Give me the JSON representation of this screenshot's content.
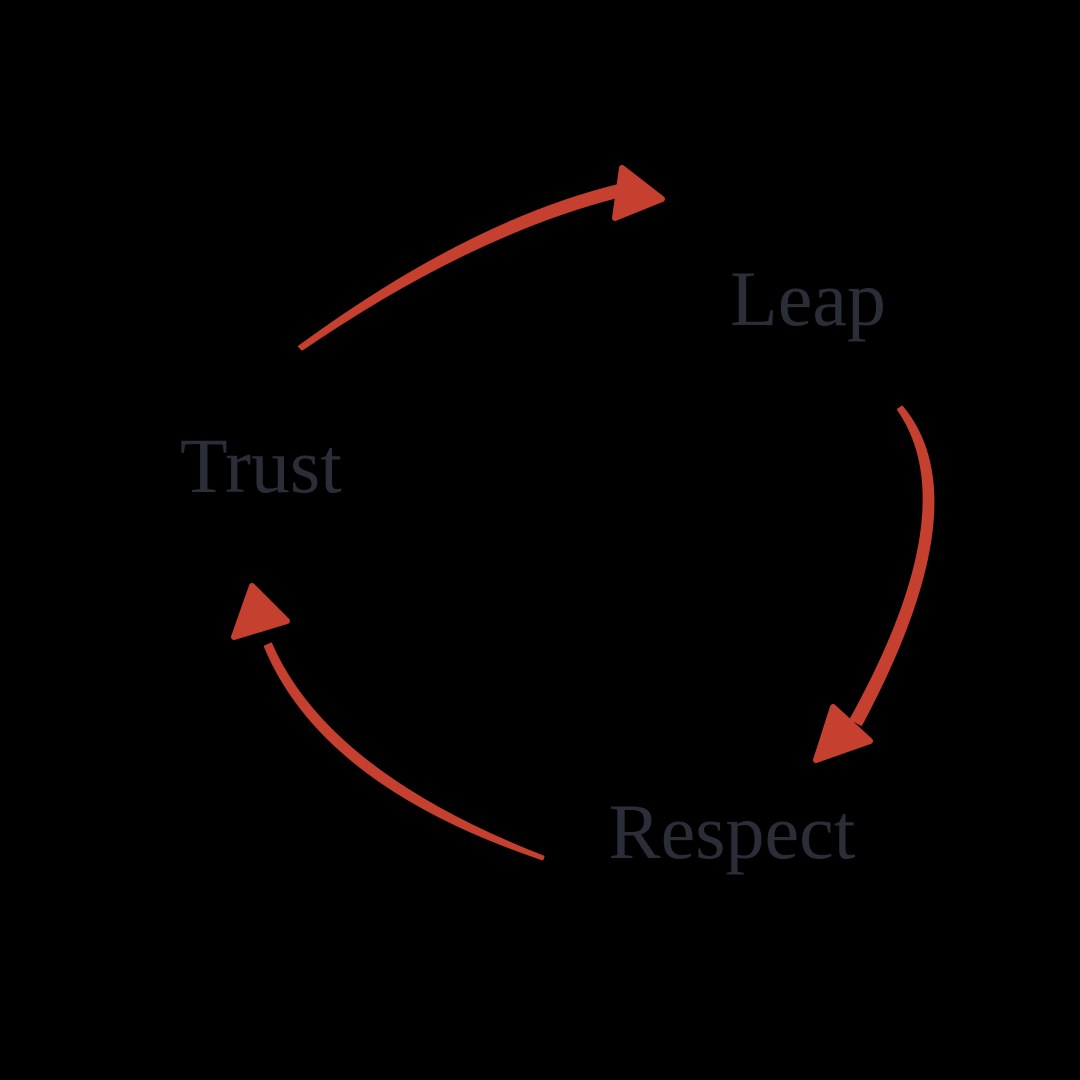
{
  "diagram": {
    "type": "cycle",
    "background_color": "#000000",
    "arrow_color": "#c5402f",
    "label_color": "#2b2e38",
    "nodes": [
      {
        "id": "trust",
        "label": "Trust"
      },
      {
        "id": "leap",
        "label": "Leap"
      },
      {
        "id": "respect",
        "label": "Respect"
      }
    ],
    "edges": [
      {
        "from": "trust",
        "to": "leap",
        "direction": "clockwise"
      },
      {
        "from": "leap",
        "to": "respect",
        "direction": "clockwise"
      },
      {
        "from": "respect",
        "to": "trust",
        "direction": "clockwise"
      }
    ]
  }
}
